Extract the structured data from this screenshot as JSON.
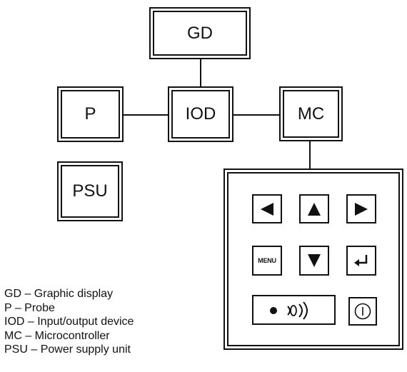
{
  "blocks": {
    "gd": "GD",
    "p": "P",
    "iod": "IOD",
    "mc": "MC",
    "psu": "PSU"
  },
  "keypad": {
    "keys": [
      {
        "name": "left-arrow-key",
        "icon": "triangle-left-icon"
      },
      {
        "name": "up-arrow-key",
        "icon": "triangle-up-icon"
      },
      {
        "name": "right-arrow-key",
        "icon": "triangle-right-icon"
      },
      {
        "name": "menu-key",
        "label": "MENU"
      },
      {
        "name": "down-arrow-key",
        "icon": "triangle-down-icon"
      },
      {
        "name": "enter-key",
        "icon": "enter-arrow-icon"
      },
      {
        "name": "ultrasound-key",
        "icon": "sound-waves-icon"
      },
      {
        "name": "power-key",
        "icon": "power-icon"
      }
    ]
  },
  "legend": [
    "GD – Graphic display",
    "P – Probe",
    "IOD – Input/output device",
    "MC – Microcontroller",
    "PSU – Power supply unit"
  ]
}
